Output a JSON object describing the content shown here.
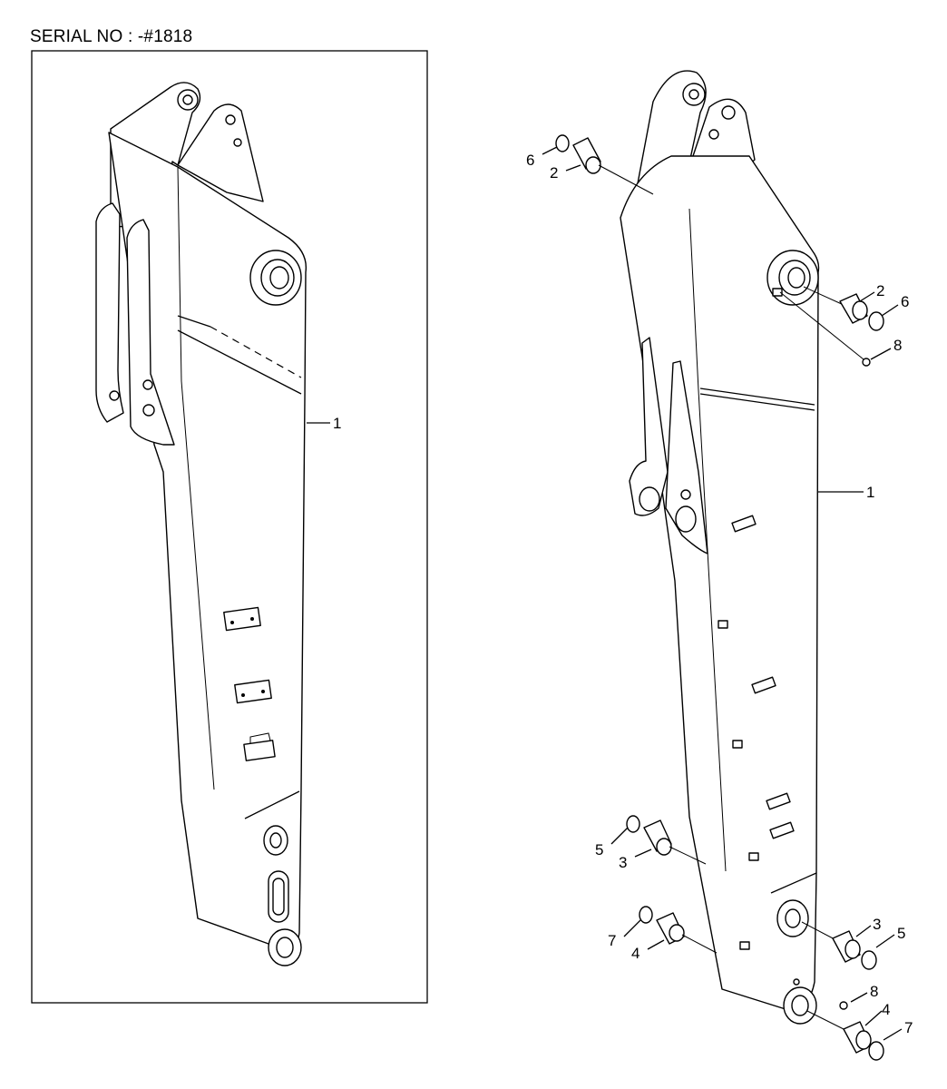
{
  "header": {
    "serial": "SERIAL NO : -#1818"
  },
  "callouts": {
    "left_view": [
      "1"
    ],
    "right_view": [
      "6",
      "2",
      "2",
      "6",
      "8",
      "1",
      "5",
      "3",
      "3",
      "5",
      "7",
      "4",
      "8",
      "4",
      "7"
    ]
  }
}
